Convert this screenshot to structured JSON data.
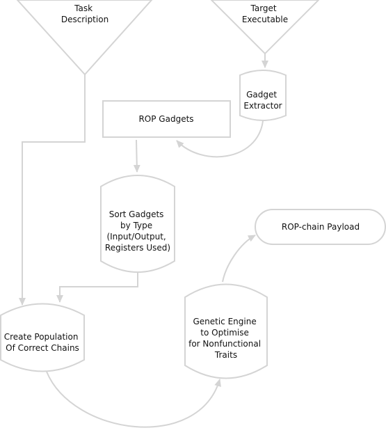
{
  "nodes": {
    "task": {
      "lines": [
        "Task",
        "Description"
      ]
    },
    "target": {
      "lines": [
        "Target",
        "Executable"
      ]
    },
    "extractor": {
      "lines": [
        "Gadget",
        "Extractor"
      ]
    },
    "gadgets": {
      "lines": [
        "ROP Gadgets"
      ]
    },
    "sort": {
      "lines": [
        "Sort Gadgets",
        "by Type",
        "(Input/Output,",
        "Registers Used)"
      ]
    },
    "payload": {
      "lines": [
        "ROP-chain Payload"
      ]
    },
    "population": {
      "lines": [
        "Create Population",
        "Of Correct Chains"
      ]
    },
    "genetic": {
      "lines": [
        "Genetic Engine",
        "to Optimise",
        "for Nonfunctional",
        "Traits"
      ]
    }
  },
  "colors": {
    "stroke": "#d4d4d4",
    "text": "#111111",
    "background": "#ffffff"
  }
}
